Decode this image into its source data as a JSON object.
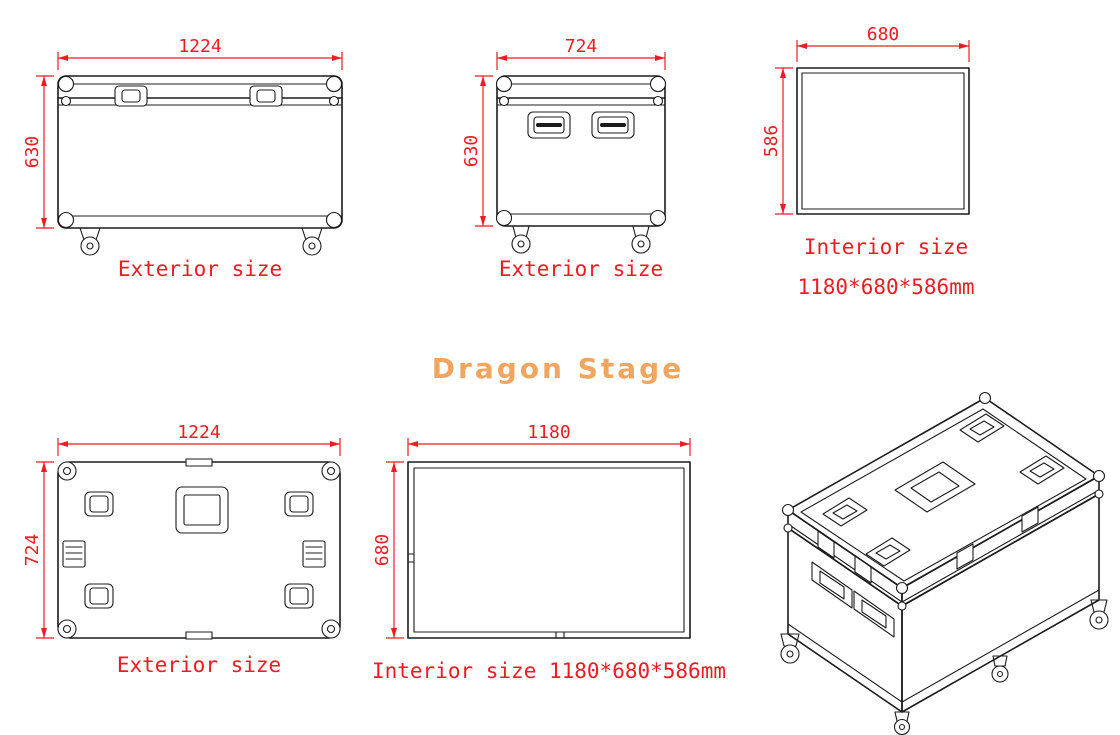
{
  "watermark": {
    "text": "Dragon Stage"
  },
  "colors": {
    "dimension_red": "#ed1c24",
    "watermark_orange": "#f1a55f",
    "line_black": "#1c1c1c"
  },
  "views": {
    "front_exterior": {
      "width": "1224",
      "height": "630",
      "caption": "Exterior size"
    },
    "side_exterior": {
      "width": "724",
      "height": "630",
      "caption": "Exterior size"
    },
    "interior_end": {
      "width": "680",
      "height": "586",
      "caption_line1": "Interior size",
      "caption_line2": "1180*680*586mm"
    },
    "top_exterior": {
      "width": "1224",
      "height": "724",
      "caption": "Exterior size"
    },
    "interior_plan": {
      "width": "1180",
      "height": "680",
      "caption": "Interior size 1180*680*586mm"
    }
  }
}
